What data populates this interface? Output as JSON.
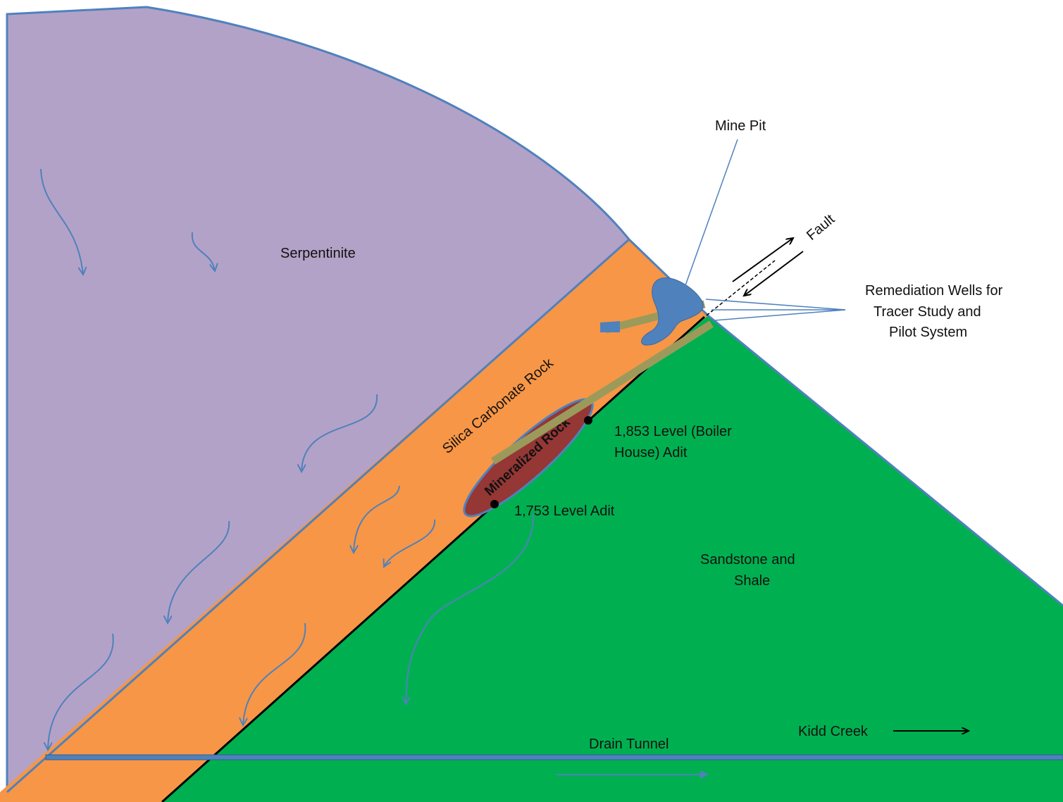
{
  "labels": {
    "serpentinite": "Serpentinite",
    "silica_carbonate": "Silica Carbonate Rock",
    "mineralized": "Mineralized Rock",
    "mine_pit": "Mine Pit",
    "fault": "Fault",
    "remediation_line1": "Remediation Wells  for",
    "remediation_line2": "Tracer Study and",
    "remediation_line3": "Pilot System",
    "level_1853_line1": "1,853 Level (Boiler",
    "level_1853_line2": "House) Adit",
    "level_1753": "1,753 Level Adit",
    "sandstone_line1": "Sandstone and",
    "sandstone_line2": "Shale",
    "kidd_creek": "Kidd Creek",
    "drain_tunnel": "Drain Tunnel"
  },
  "colors": {
    "serpentinite": "#b3a2c7",
    "silica_carbonate": "#f79646",
    "sandstone": "#00b050",
    "mineralized": "#953735",
    "outline": "#4f81bd",
    "mine_pit": "#4f81bd",
    "wells": "#9c9a5a"
  }
}
